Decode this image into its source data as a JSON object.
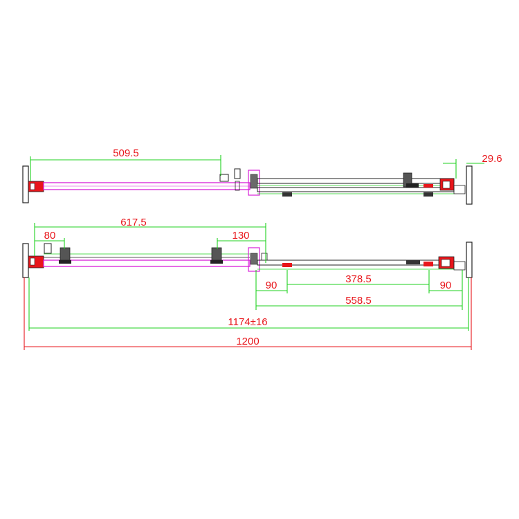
{
  "colors": {
    "dimension_text": "#e8161b",
    "dimension_line": "#1fd11f",
    "overall_line": "#e8161b",
    "glass": "#d81fd8",
    "outline": "#222222",
    "red_part": "#e8161b",
    "magenta_part": "#d81fd8"
  },
  "top_view": {
    "dimensions": [
      {
        "id": "dim-509-5",
        "label": "509.5"
      },
      {
        "id": "dim-29-6",
        "label": "29.6"
      }
    ]
  },
  "bottom_view": {
    "dimensions": [
      {
        "id": "dim-617-5",
        "label": "617.5"
      },
      {
        "id": "dim-80",
        "label": "80"
      },
      {
        "id": "dim-130",
        "label": "130"
      },
      {
        "id": "dim-90-left",
        "label": "90"
      },
      {
        "id": "dim-378-5",
        "label": "378.5"
      },
      {
        "id": "dim-90-right",
        "label": "90"
      },
      {
        "id": "dim-558-5",
        "label": "558.5"
      }
    ]
  },
  "overall": {
    "adjustable_width": "1174±16",
    "total_width": "1200"
  }
}
